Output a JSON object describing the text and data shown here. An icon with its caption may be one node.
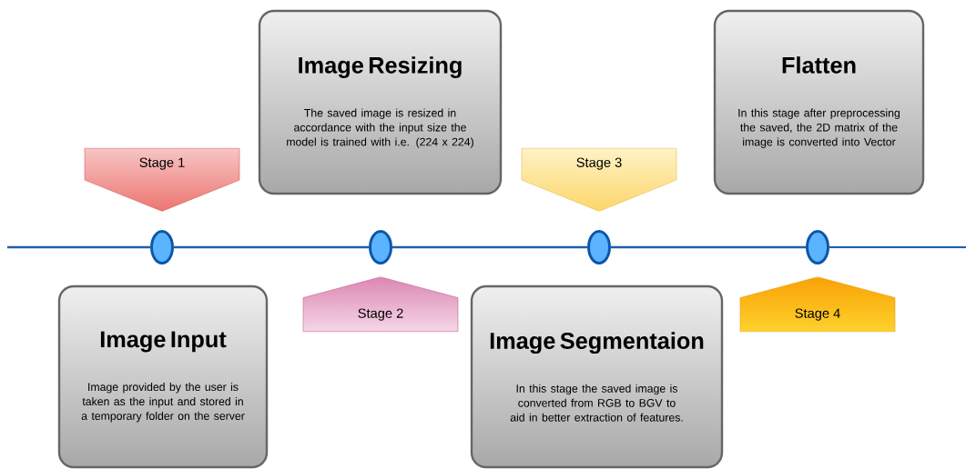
{
  "diagram": {
    "nodes": [
      {
        "text": [
          "Image Resizing",
          "The saved image is resized in accordance with the input size the model is trained with i.e. (224 x 224)"
        ]
      },
      {
        "text": [
          "Flatten",
          "In this stage after preprocessing the saved, the 2D matrix of the image is converted into Vector"
        ]
      },
      {
        "text": [
          "Stage 1"
        ]
      },
      {
        "text": [
          "Stage 3"
        ]
      },
      {
        "text": [],
        "shape": "circle"
      },
      {
        "text": [],
        "shape": "circle"
      },
      {
        "text": [],
        "shape": "circle"
      },
      {
        "text": [],
        "shape": "circle"
      },
      {
        "text": [
          "Image Input",
          "Image provided by the user is taken as the input and stored in a temporary folder on the server"
        ]
      },
      {
        "text": [
          "Stage 2"
        ]
      },
      {
        "text": [
          "Image Segmentaion",
          "In this stage the saved image is converted from RGB to BGV to aid in better extraction of features."
        ]
      },
      {
        "text": [
          "Stage 4"
        ]
      }
    ],
    "edges": [
      {
        "from": null,
        "to": 4,
        "arrow": "none"
      },
      {
        "from": 4,
        "to": 5,
        "arrow": "none"
      },
      {
        "from": 5,
        "to": 6,
        "arrow": "none"
      },
      {
        "from": 6,
        "to": 7,
        "arrow": "none"
      },
      {
        "from": 7,
        "to": null,
        "arrow": "none"
      }
    ]
  }
}
